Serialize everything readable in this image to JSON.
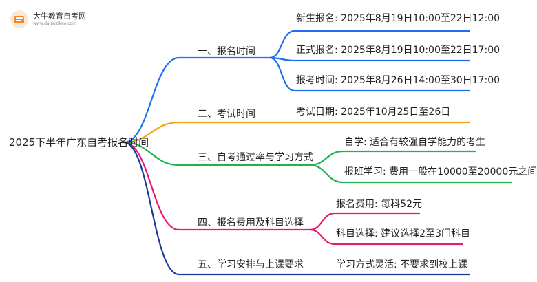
{
  "logo": {
    "name": "大牛教育自考网",
    "url": "www.daniuzikao.com"
  },
  "root": "2025下半年广东自考报名时间",
  "colors": {
    "blue": "#1e6ef0",
    "orange": "#f0a012",
    "green": "#1fb34f",
    "pink": "#e8176f",
    "navy": "#1a3a9c"
  },
  "branches": [
    {
      "label": "一、报名时间",
      "color": "blue",
      "leaves": [
        "新生报名: 2025年8月19日10:00至22日12:00",
        "正式报名: 2025年8月19日10:00至22日17:00",
        "报考时间: 2025年8月26日14:00至30日17:00"
      ]
    },
    {
      "label": "二、考试时间",
      "color": "orange",
      "leaves": [
        "考试日期: 2025年10月25日至26日"
      ]
    },
    {
      "label": "三、自考通过率与学习方式",
      "color": "green",
      "leaves": [
        "自学: 适合有较强自学能力的考生",
        "报班学习: 费用一般在10000至20000元之间"
      ]
    },
    {
      "label": "四、报名费用及科目选择",
      "color": "pink",
      "leaves": [
        "报名费用: 每科52元",
        "科目选择: 建议选择2至3门科目"
      ]
    },
    {
      "label": "五、学习安排与上课要求",
      "color": "navy",
      "leaves": [
        "学习方式灵活: 不要求到校上课"
      ]
    }
  ]
}
